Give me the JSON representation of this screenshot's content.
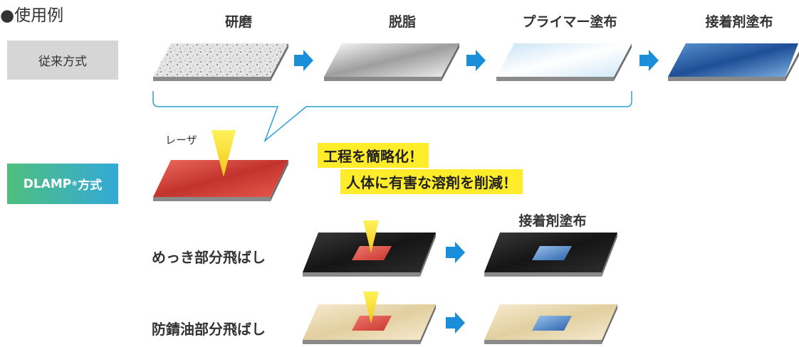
{
  "heading": "●使用例",
  "conventional": {
    "label": "従来方式",
    "steps": [
      "研磨",
      "脱脂",
      "プライマー塗布",
      "接着剤塗布"
    ]
  },
  "dlamp": {
    "label_main": "DLAMP",
    "label_reg": "®",
    "label_suffix": "方式",
    "laser": "レーザ",
    "callouts": [
      "工程を簡略化！",
      "人体に有害な溶剤を削減！"
    ],
    "adhesive_label": "接着剤塗布",
    "rows": [
      "めっき部分飛ばし",
      "防錆油部分飛ばし"
    ]
  },
  "colors": {
    "arrow": "#1a8ed8",
    "callout_bg": "#ffed2c",
    "laser": "#f4dc1c",
    "red_surface": "#d2463f",
    "blue_surface": "#2d6cb8",
    "black_plate": "#1e1e1e",
    "beige_plate": "#ecdcb4",
    "outline": "#29a0d8"
  }
}
